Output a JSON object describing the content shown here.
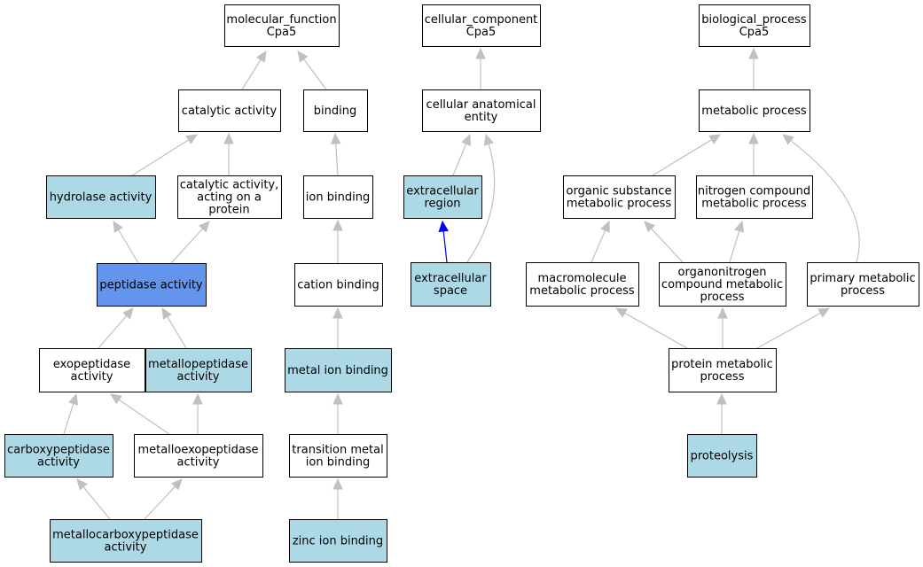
{
  "colors": {
    "edge": "#c0c0c0",
    "highlight_edge": "#0000ff",
    "node_default": "#ffffff",
    "node_annotated": "#add8e6",
    "node_focus": "#6495ed",
    "border": "#000000"
  },
  "nodes": [
    {
      "id": "mf",
      "lines": [
        "molecular_function",
        "Cpa5"
      ],
      "style": "default"
    },
    {
      "id": "cc",
      "lines": [
        "cellular_component",
        "Cpa5"
      ],
      "style": "default"
    },
    {
      "id": "bp",
      "lines": [
        "biological_process",
        "Cpa5"
      ],
      "style": "default"
    },
    {
      "id": "catalytic",
      "lines": [
        "catalytic activity"
      ],
      "style": "default"
    },
    {
      "id": "binding",
      "lines": [
        "binding"
      ],
      "style": "default"
    },
    {
      "id": "cae",
      "lines": [
        "cellular anatomical",
        "entity"
      ],
      "style": "default"
    },
    {
      "id": "metabolic",
      "lines": [
        "metabolic process"
      ],
      "style": "default"
    },
    {
      "id": "hydrolase",
      "lines": [
        "hydrolase activity"
      ],
      "style": "annotated"
    },
    {
      "id": "cat_protein",
      "lines": [
        "catalytic activity,",
        "acting on a",
        "protein"
      ],
      "style": "default"
    },
    {
      "id": "ion_binding",
      "lines": [
        "ion binding"
      ],
      "style": "default"
    },
    {
      "id": "ex_region",
      "lines": [
        "extracellular",
        "region"
      ],
      "style": "annotated"
    },
    {
      "id": "organic",
      "lines": [
        "organic substance",
        "metabolic process"
      ],
      "style": "default"
    },
    {
      "id": "nitrogen",
      "lines": [
        "nitrogen compound",
        "metabolic process"
      ],
      "style": "default"
    },
    {
      "id": "peptidase",
      "lines": [
        "peptidase activity"
      ],
      "style": "focus"
    },
    {
      "id": "cation",
      "lines": [
        "cation binding"
      ],
      "style": "default"
    },
    {
      "id": "ex_space",
      "lines": [
        "extracellular",
        "space"
      ],
      "style": "annotated"
    },
    {
      "id": "macromolecule",
      "lines": [
        "macromolecule",
        "metabolic process"
      ],
      "style": "default"
    },
    {
      "id": "organonitrogen",
      "lines": [
        "organonitrogen",
        "compound metabolic",
        "process"
      ],
      "style": "default"
    },
    {
      "id": "primary",
      "lines": [
        "primary metabolic",
        "process"
      ],
      "style": "default"
    },
    {
      "id": "exopeptidase",
      "lines": [
        "exopeptidase",
        "activity"
      ],
      "style": "default"
    },
    {
      "id": "metallopeptidase",
      "lines": [
        "metallopeptidase",
        "activity"
      ],
      "style": "annotated"
    },
    {
      "id": "metal_ion",
      "lines": [
        "metal ion binding"
      ],
      "style": "annotated"
    },
    {
      "id": "protein_met",
      "lines": [
        "protein metabolic",
        "process"
      ],
      "style": "default"
    },
    {
      "id": "carboxypeptidase",
      "lines": [
        "carboxypeptidase",
        "activity"
      ],
      "style": "annotated"
    },
    {
      "id": "metalloexo",
      "lines": [
        "metalloexopeptidase",
        "activity"
      ],
      "style": "default"
    },
    {
      "id": "transition",
      "lines": [
        "transition metal",
        "ion binding"
      ],
      "style": "default"
    },
    {
      "id": "proteolysis",
      "lines": [
        "proteolysis"
      ],
      "style": "annotated"
    },
    {
      "id": "metallocarboxy",
      "lines": [
        "metallocarboxypeptidase",
        "activity"
      ],
      "style": "annotated"
    },
    {
      "id": "zinc",
      "lines": [
        "zinc ion binding"
      ],
      "style": "annotated"
    }
  ],
  "edges": [
    {
      "from": "catalytic",
      "to": "mf"
    },
    {
      "from": "binding",
      "to": "mf"
    },
    {
      "from": "cae",
      "to": "cc"
    },
    {
      "from": "metabolic",
      "to": "bp"
    },
    {
      "from": "hydrolase",
      "to": "catalytic"
    },
    {
      "from": "cat_protein",
      "to": "catalytic"
    },
    {
      "from": "ion_binding",
      "to": "binding"
    },
    {
      "from": "ex_region",
      "to": "cae"
    },
    {
      "from": "ex_space",
      "to": "cae",
      "curved": true
    },
    {
      "from": "ex_space",
      "to": "ex_region",
      "highlight": true
    },
    {
      "from": "organic",
      "to": "metabolic"
    },
    {
      "from": "nitrogen",
      "to": "metabolic"
    },
    {
      "from": "primary",
      "to": "metabolic",
      "curved": true
    },
    {
      "from": "peptidase",
      "to": "hydrolase"
    },
    {
      "from": "peptidase",
      "to": "cat_protein"
    },
    {
      "from": "cation",
      "to": "ion_binding"
    },
    {
      "from": "macromolecule",
      "to": "organic"
    },
    {
      "from": "organonitrogen",
      "to": "organic"
    },
    {
      "from": "organonitrogen",
      "to": "nitrogen"
    },
    {
      "from": "exopeptidase",
      "to": "peptidase"
    },
    {
      "from": "metallopeptidase",
      "to": "peptidase"
    },
    {
      "from": "metal_ion",
      "to": "cation"
    },
    {
      "from": "protein_met",
      "to": "macromolecule"
    },
    {
      "from": "protein_met",
      "to": "organonitrogen"
    },
    {
      "from": "protein_met",
      "to": "primary"
    },
    {
      "from": "carboxypeptidase",
      "to": "exopeptidase"
    },
    {
      "from": "metalloexo",
      "to": "exopeptidase"
    },
    {
      "from": "metalloexo",
      "to": "metallopeptidase"
    },
    {
      "from": "transition",
      "to": "metal_ion"
    },
    {
      "from": "proteolysis",
      "to": "protein_met"
    },
    {
      "from": "metallocarboxy",
      "to": "carboxypeptidase"
    },
    {
      "from": "metallocarboxy",
      "to": "metalloexo"
    },
    {
      "from": "zinc",
      "to": "transition"
    }
  ]
}
